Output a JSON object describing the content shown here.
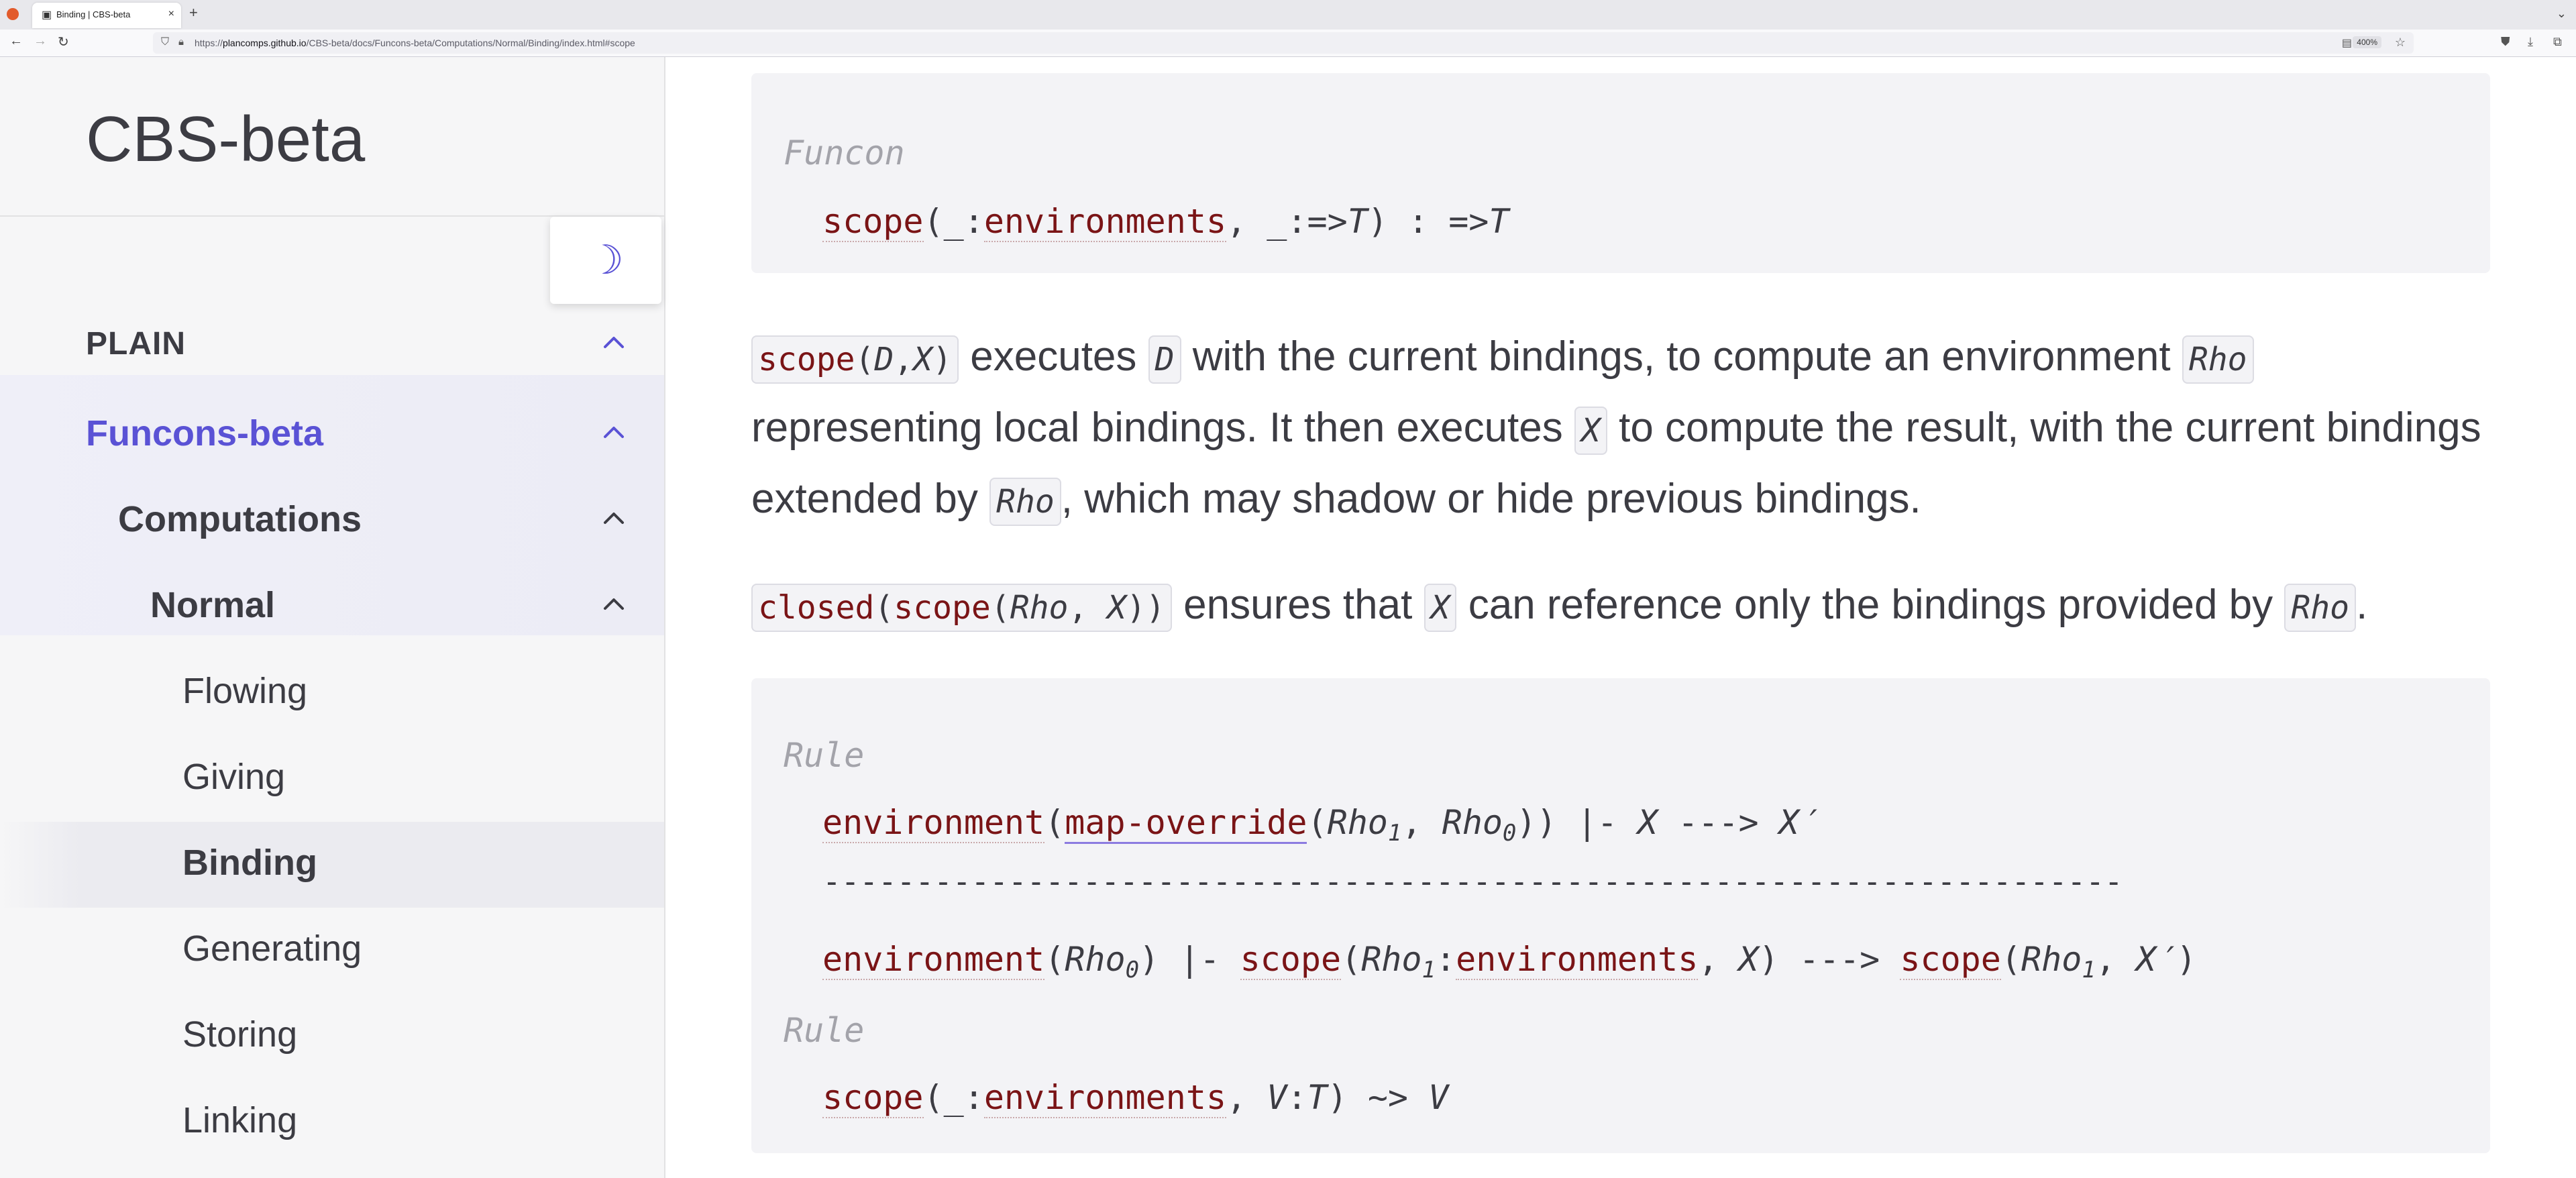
{
  "browser": {
    "tab_title": "Binding | CBS-beta",
    "url_host": "plancomps.github.io",
    "url_path": "/CBS-beta/docs/Funcons-beta/Computations/Normal/Binding/index.html#scope",
    "url_prefix": "https://",
    "zoom": "400%"
  },
  "sidebar": {
    "site_title": "CBS-beta",
    "theme_toggle": "☽",
    "items": [
      {
        "label": "PLAIN"
      },
      {
        "label": "Funcons-beta"
      },
      {
        "label": "Computations"
      },
      {
        "label": "Normal"
      },
      {
        "label": "Flowing"
      },
      {
        "label": "Giving"
      },
      {
        "label": "Binding"
      },
      {
        "label": "Generating"
      },
      {
        "label": "Storing"
      },
      {
        "label": "Linking"
      }
    ]
  },
  "main": {
    "funcon_box": {
      "label": "Funcon",
      "line": {
        "name": "scope",
        "p1": "(_:",
        "type1": "environments",
        "p2": ", _:=>",
        "T": "T",
        "p3": ") : =>",
        "T2": "T"
      }
    },
    "para1": {
      "code1_kw": "scope",
      "code1_rest_a": "(",
      "code1_D": "D",
      "code1_comma": ",",
      "code1_X": "X",
      "code1_close": ")",
      "t1": " executes ",
      "code_D": "D",
      "t2": " with the current bindings, to compute an environment ",
      "code_Rho": "Rho",
      "t3": " representing local bindings. It then executes ",
      "code_X": "X",
      "t4": " to compute the result, with the current bindings extended by ",
      "code_Rho2": "Rho",
      "t5": ", which may shadow or hide previous bindings."
    },
    "para2": {
      "kw_closed": "closed",
      "p_open": "(",
      "kw_scope": "scope",
      "p_open2": "(",
      "rho": "Rho",
      "comma": ", ",
      "x": "X",
      "p_close": "))",
      "t1": " ensures that ",
      "code_X": "X",
      "t2": " can reference only the bindings provided by ",
      "code_Rho": "Rho",
      "t3": "."
    },
    "rule_box": {
      "label1": "Rule",
      "premise": {
        "env": "environment",
        "p1": "(",
        "map": "map-override",
        "p2": "(",
        "rho": "Rho",
        "s1": "1",
        "comma": ", ",
        "rho0": "Rho",
        "s0": "0",
        "p3": ")) |- ",
        "x": "X",
        "arrow": " ---> ",
        "x2": "X′"
      },
      "divider": "----------------------------------------------------------------------",
      "conclusion": {
        "env": "environment",
        "p1": "(",
        "rho0": "Rho",
        "s0": "0",
        "p2": ") |- ",
        "scope": "scope",
        "p3": "(",
        "rho": "Rho",
        "s1": "1",
        "colon": ":",
        "envs": "environments",
        "comma": ", ",
        "x": "X",
        "p4": ") ---> ",
        "scope2": "scope",
        "p5": "(",
        "rho2": "Rho",
        "s2": "1",
        "comma2": ", ",
        "x2": "X′",
        "p6": ")"
      },
      "label2": "Rule",
      "rule2": {
        "scope": "scope",
        "p1": "(_:",
        "envs": "environments",
        "p2": ", ",
        "v": "V",
        "colon": ":",
        "t": "T",
        "p3": ") ~> ",
        "v2": "V"
      }
    }
  }
}
